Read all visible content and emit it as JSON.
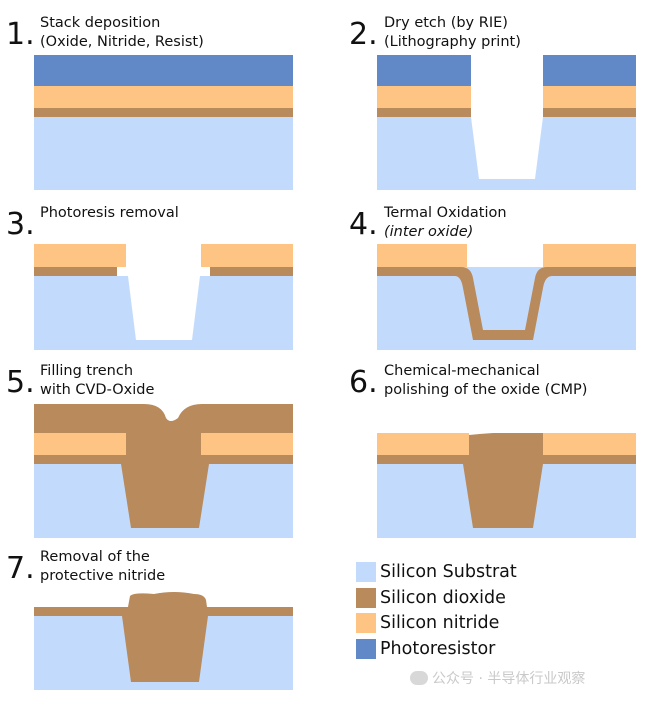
{
  "colors": {
    "silicon_substrate": "#c2dbfd",
    "silicon_dioxide": "#b88a5c",
    "silicon_nitride": "#fec483",
    "photoresistor": "#6189c8"
  },
  "steps": [
    {
      "number": "1.",
      "line1": "Stack deposition",
      "line2": "(Oxide, Nitride, Resist)"
    },
    {
      "number": "2.",
      "line1": "Dry etch (by RIE)",
      "line2": "(Lithography print)"
    },
    {
      "number": "3.",
      "line1": "Photoresis removal",
      "line2": ""
    },
    {
      "number": "4.",
      "line1": "Termal Oxidation",
      "line2": "(inter oxide)"
    },
    {
      "number": "5.",
      "line1": "Filling trench",
      "line2": "with CVD-Oxide"
    },
    {
      "number": "6.",
      "line1": "Chemical-mechanical",
      "line2": "polishing of the oxide (CMP)"
    },
    {
      "number": "7.",
      "line1": "Removal of the",
      "line2": "protective nitride"
    }
  ],
  "legend": [
    {
      "label": "Silicon Substrat",
      "color": "#c2dbfd"
    },
    {
      "label": "Silicon dioxide",
      "color": "#b88a5c"
    },
    {
      "label": "Silicon nitride",
      "color": "#fec483"
    },
    {
      "label": "Photoresistor",
      "color": "#6189c8"
    }
  ],
  "watermark": "公众号 · 半导体行业观察"
}
